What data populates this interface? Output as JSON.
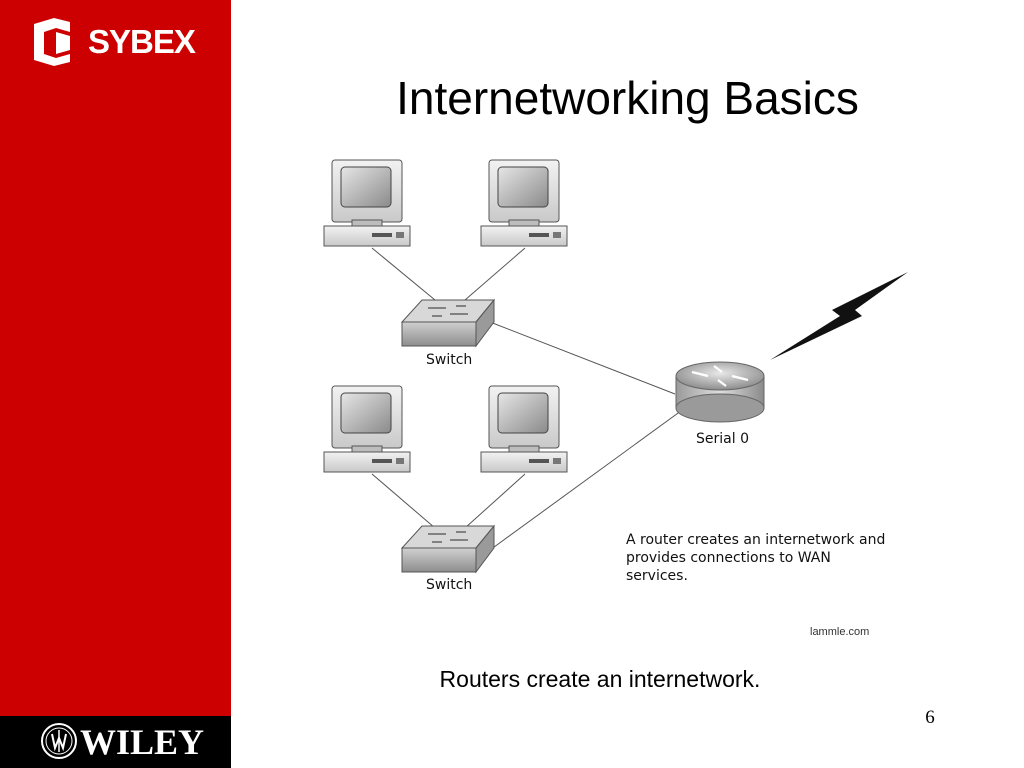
{
  "brand": {
    "publisher": "SYBEX",
    "parent": "WILEY"
  },
  "slide": {
    "title": "Internetworking Basics",
    "caption": "Routers create an internetwork.",
    "page_number": "6"
  },
  "diagram": {
    "switch_top_label": "Switch",
    "switch_bottom_label": "Switch",
    "router_label": "Serial 0",
    "note_lines": [
      "A router creates an internetwork and",
      "provides connections to WAN",
      "services."
    ],
    "credit": "lammle.com"
  },
  "colors": {
    "sidebar": "#cc0000",
    "footer": "#000000"
  }
}
